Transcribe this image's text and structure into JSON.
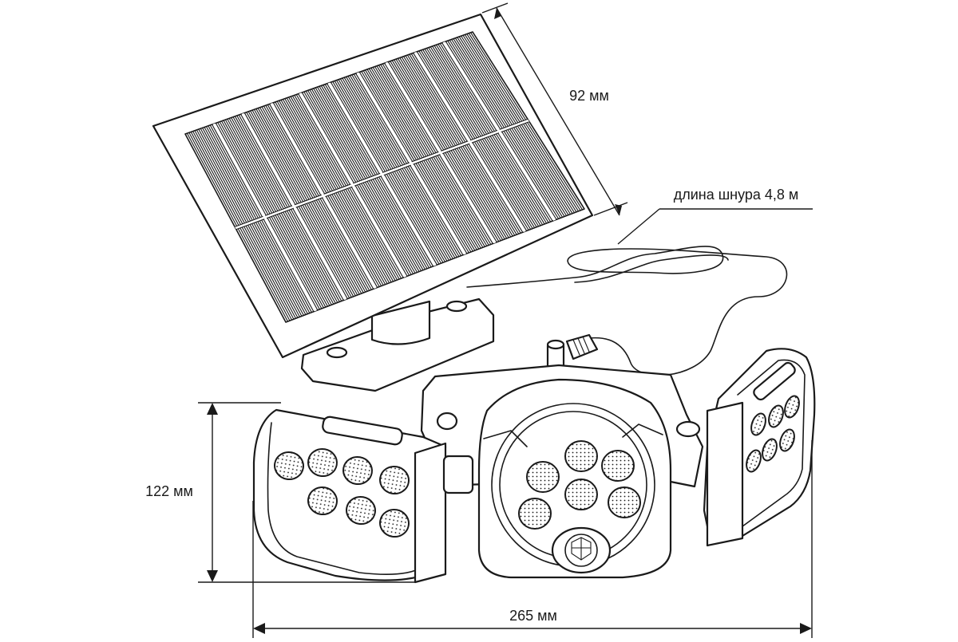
{
  "dimensions": {
    "panel_depth": "92 мм",
    "cable_length": "длина шнура 4,8 м",
    "height": "122 мм",
    "width": "265 мм"
  },
  "colors": {
    "line": "#1a1a1a",
    "background": "#ffffff"
  }
}
